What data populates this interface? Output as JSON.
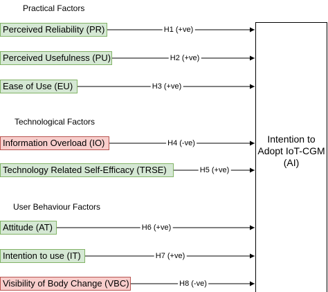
{
  "groups": [
    {
      "title": "Practical Factors"
    },
    {
      "title": "Technological Factors"
    },
    {
      "title": "User Behaviour Factors"
    }
  ],
  "factors": [
    {
      "label": "Perceived Reliability (PR)",
      "hypothesis": "H1 (+ve)",
      "effect": "positive",
      "color": "#d5e8d4"
    },
    {
      "label": "Perceived Usefulness (PU)",
      "hypothesis": "H2 (+ve)",
      "effect": "positive",
      "color": "#d5e8d4"
    },
    {
      "label": "Ease of Use (EU)",
      "hypothesis": "H3 (+ve)",
      "effect": "positive",
      "color": "#d5e8d4"
    },
    {
      "label": "Information Overload (IO)",
      "hypothesis": "H4 (-ve)",
      "effect": "negative",
      "color": "#f8cecc"
    },
    {
      "label": "Technology Related Self-Efficacy (TRSE)",
      "hypothesis": "H5 (+ve)",
      "effect": "positive",
      "color": "#d5e8d4"
    },
    {
      "label": "Attitude (AT)",
      "hypothesis": "H6 (+ve)",
      "effect": "positive",
      "color": "#d5e8d4"
    },
    {
      "label": "Intention to use (IT)",
      "hypothesis": "H7 (+ve)",
      "effect": "positive",
      "color": "#d5e8d4"
    },
    {
      "label": "Visibility of Body Change (VBC)",
      "hypothesis": "H8 (-ve)",
      "effect": "negative",
      "color": "#f8cecc"
    }
  ],
  "outcome": {
    "line1": "Intention to",
    "line2": "Adopt IoT-CGM",
    "line3": "(AI)"
  }
}
